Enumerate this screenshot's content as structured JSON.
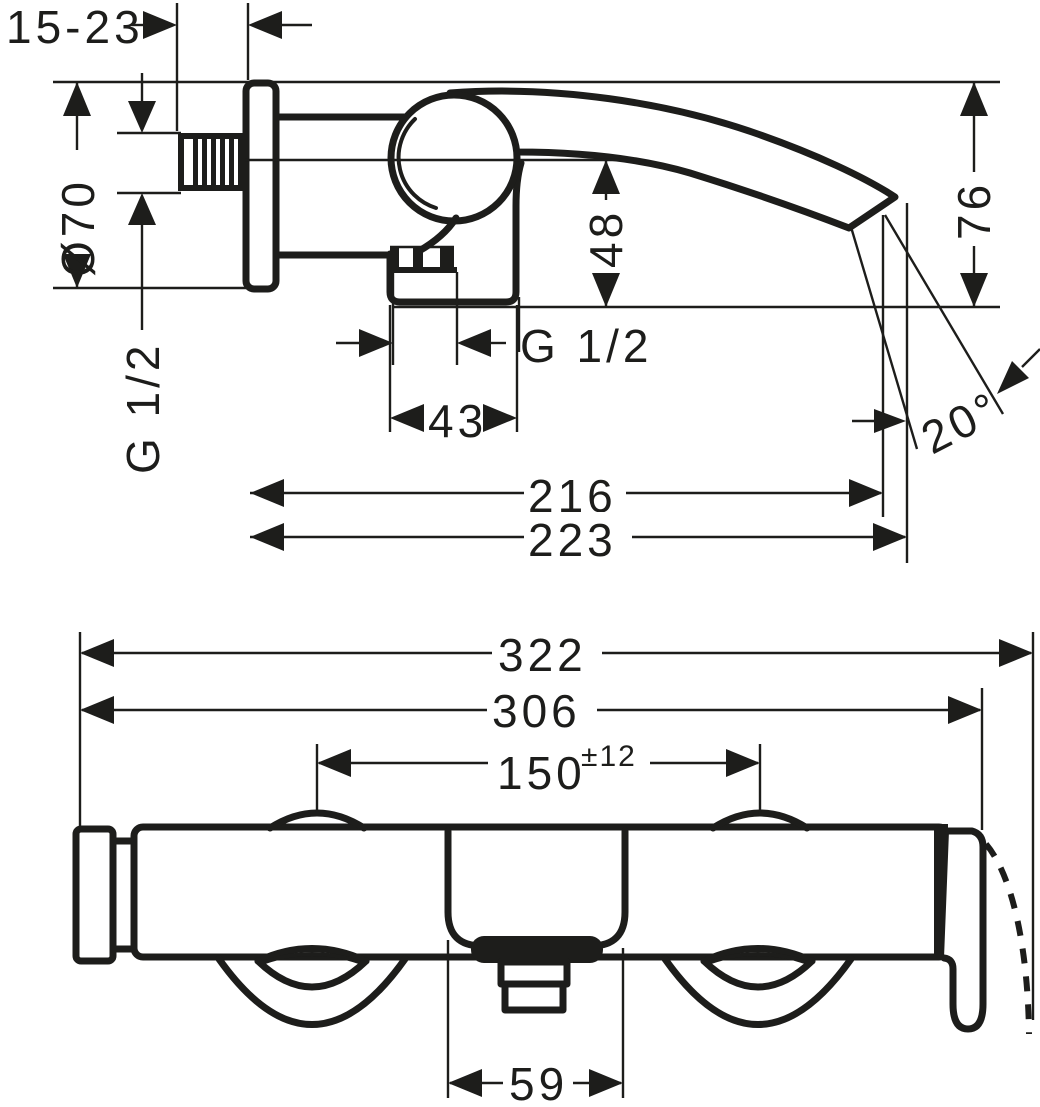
{
  "page": {
    "title": "Wall-mounted single-lever bath mixer - dimensional drawing"
  },
  "colors": {
    "line": "#1d1d1b",
    "background": "#ffffff"
  },
  "side_view": {
    "wall_mounting_range": "15-23",
    "escutcheon_diameter": "Ø70",
    "inlet_thread": "G 1/2",
    "shower_outlet_thread": "G 1/2",
    "spout_underside_height": "48",
    "total_height": "76",
    "outlet_body_width": "43",
    "spout_reach": "216",
    "overall_reach": "223",
    "spout_angle": "20°"
  },
  "front_view": {
    "overall_width": "322",
    "body_width": "306",
    "connection_centres": "150",
    "connection_centres_tolerance": "±12",
    "spout_outlet_width": "59"
  }
}
